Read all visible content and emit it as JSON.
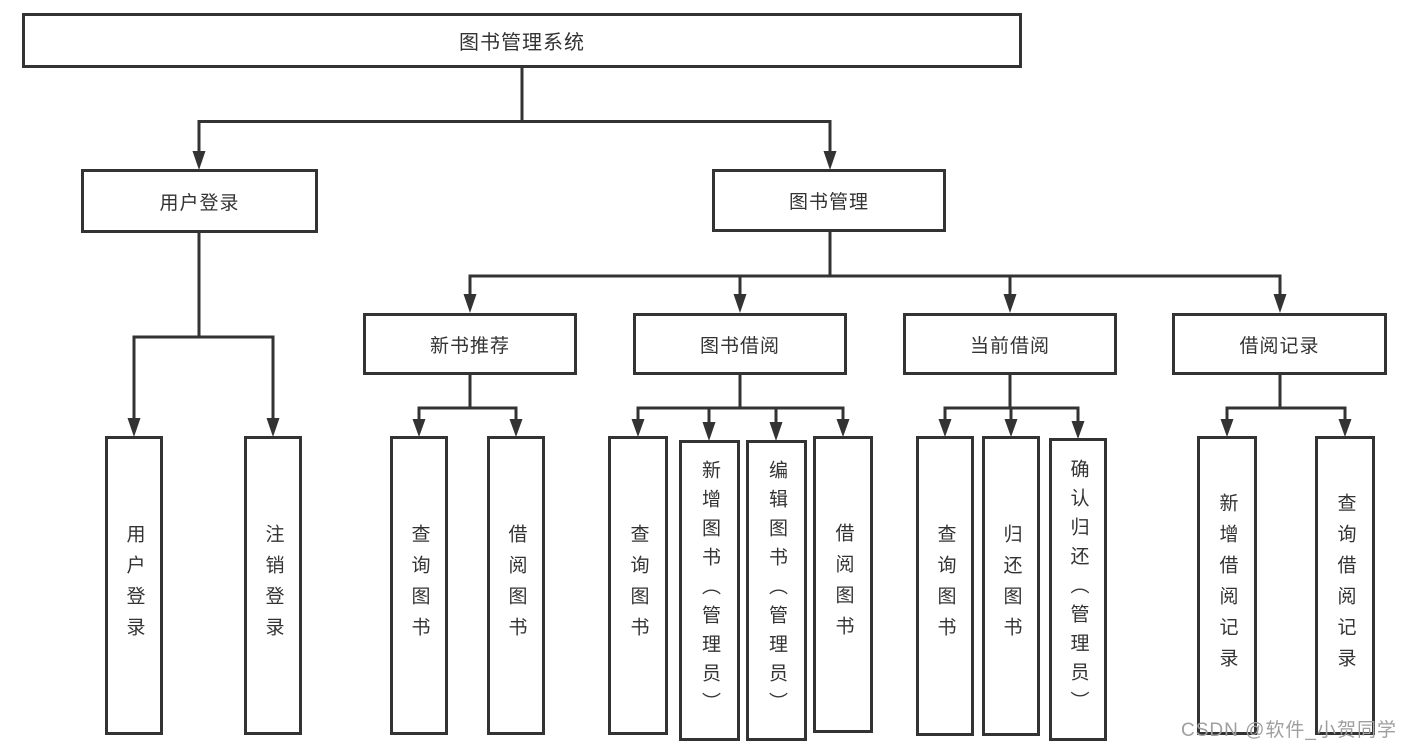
{
  "title": "图书管理系统",
  "branches": {
    "user_login": {
      "label": "用户登录",
      "children": [
        "用户登录",
        "注销登录"
      ]
    },
    "book_management": {
      "label": "图书管理",
      "sections": {
        "new_book_recommend": {
          "label": "新书推荐",
          "children": [
            "查询图书",
            "借阅图书"
          ]
        },
        "book_borrow": {
          "label": "图书借阅",
          "children": [
            "查询图书",
            "新增图书（管理员）",
            "编辑图书（管理员）",
            "借阅图书"
          ]
        },
        "current_borrow": {
          "label": "当前借阅",
          "children": [
            "查询图书",
            "归还图书",
            "确认归还（管理员）"
          ]
        },
        "borrow_records": {
          "label": "借阅记录",
          "children": [
            "新增借阅记录",
            "查询借阅记录"
          ]
        }
      }
    }
  },
  "watermark": "CSDN @软件_小贺同学",
  "colors": {
    "line": "#333333",
    "text": "#333333",
    "watermark": "#9f9f9f",
    "background": "#ffffff"
  }
}
